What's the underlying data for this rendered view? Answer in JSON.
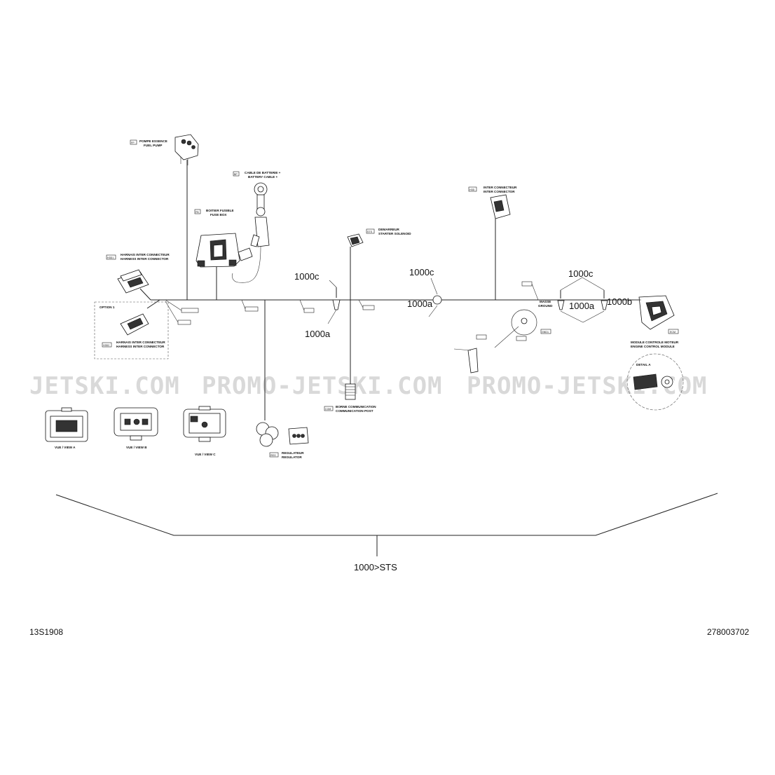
{
  "drawing": {
    "left_code": "13S1908",
    "right_code": "278003702",
    "assembly_label": "1000>STS"
  },
  "watermark": {
    "left": "JETSKI.COM",
    "middle": "PROMO-JETSKI.COM",
    "right": "PROMO-JETSKI.COM"
  },
  "callouts": {
    "c1": "1000c",
    "c2": "1000c",
    "c3": "1000c",
    "a1": "1000a",
    "a2": "1000a",
    "a3": "1000a",
    "b1": "1000b"
  },
  "components": {
    "fuel_pump": {
      "code": "FP",
      "fr": "POMPE ESSENCE",
      "en": "FUEL PUMP"
    },
    "battery_cable": {
      "code": "BP",
      "fr": "CABLE DE BATTERIE +",
      "en": "BATTERY CABLE +"
    },
    "fuse_box": {
      "code": "FB",
      "fr": "BOITIER FUSIBLE",
      "en": "FUSE BOX"
    },
    "starter": {
      "code": "STS",
      "fr": "DEMARREUR",
      "en": "STARTER SOLENOID"
    },
    "inter_connector": {
      "code": "H3D",
      "fr": "INTER CONNECTEUR",
      "en": "INTER CONNECTOR"
    },
    "harness_inter_1": {
      "code": "H3D1",
      "fr": "HARNAIS INTER CONNECTEUR",
      "en": "HARNESS INTER CONNECTOR"
    },
    "harness_inter_2": {
      "code": "H3D2",
      "fr": "HARNAIS INTER CONNECTEUR",
      "en": "HARNESS INTER CONNECTOR"
    },
    "option": {
      "label": "OPTION 1"
    },
    "ground": {
      "code": "GND1",
      "fr": "MASSE",
      "en": "GROUND"
    },
    "ecm": {
      "code": "ECM",
      "fr": "MODULE CONTROLE MOTEUR",
      "en": "ENGINE CONTROL MODULE"
    },
    "detail": {
      "label": "DETAIL A"
    },
    "comm_post": {
      "code": "COM",
      "fr": "BORNE COMMUNICATION",
      "en": "COMMUNICATION POST"
    },
    "regulator": {
      "code": "REG",
      "fr": "REGULATEUR",
      "en": "REGULATOR"
    }
  },
  "views": {
    "view_a": "VUE / VIEW A",
    "view_b": "VUE / VIEW B",
    "view_c": "VUE / VIEW C"
  }
}
